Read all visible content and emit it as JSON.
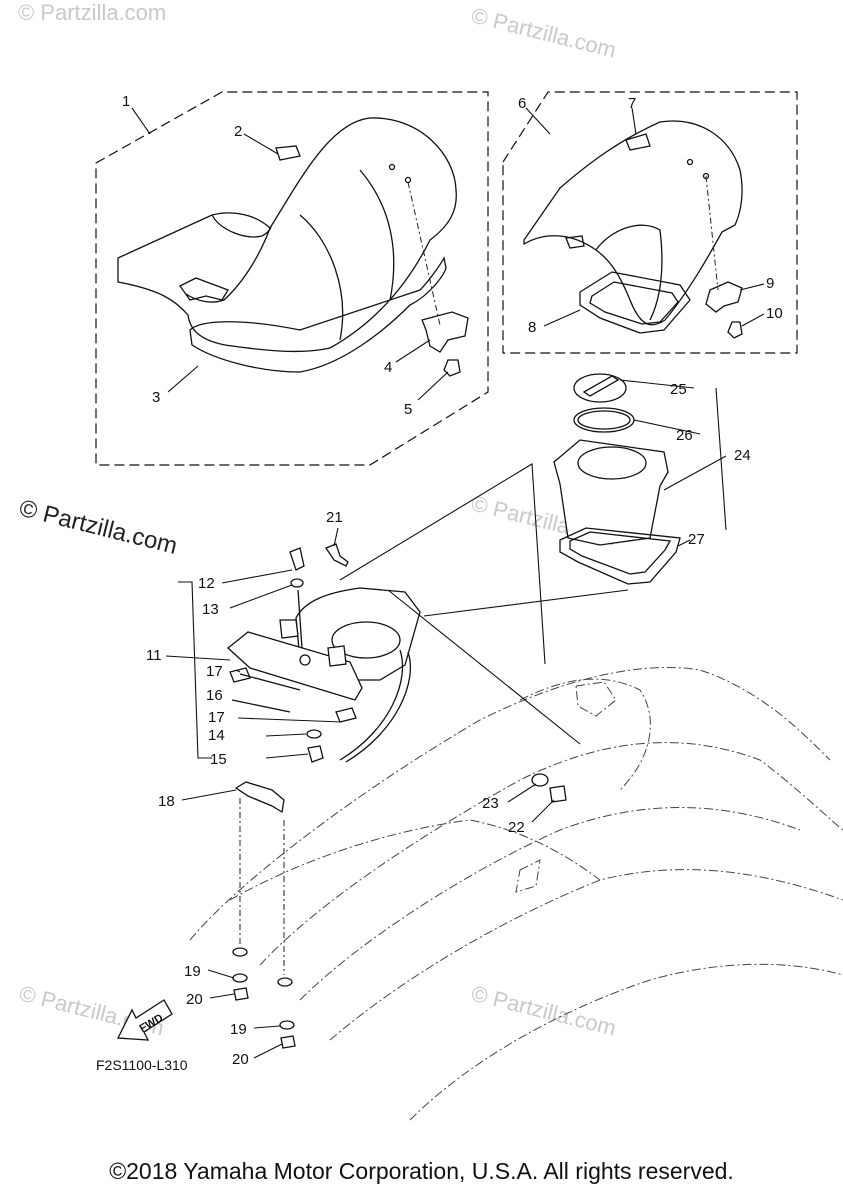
{
  "diagram": {
    "watermark": "© Partzilla.com",
    "figure_code": "F2S1100-L310",
    "fwd_label": "FWD",
    "copyright": "©2018 Yamaha Motor Corporation, U.S.A. All rights reserved.",
    "callouts": {
      "p1": "1",
      "p2": "2",
      "p3": "3",
      "p4": "4",
      "p5": "5",
      "p6": "6",
      "p7": "7",
      "p8": "8",
      "p9": "9",
      "p10": "10",
      "p11": "11",
      "p12": "12",
      "p13": "13",
      "p14": "14",
      "p15": "15",
      "p16": "16",
      "p17a": "17",
      "p17b": "17",
      "p18": "18",
      "p19a": "19",
      "p19b": "19",
      "p20a": "20",
      "p20b": "20",
      "p21": "21",
      "p22": "22",
      "p23": "23",
      "p24": "24",
      "p25": "25",
      "p26": "26",
      "p27": "27"
    }
  }
}
